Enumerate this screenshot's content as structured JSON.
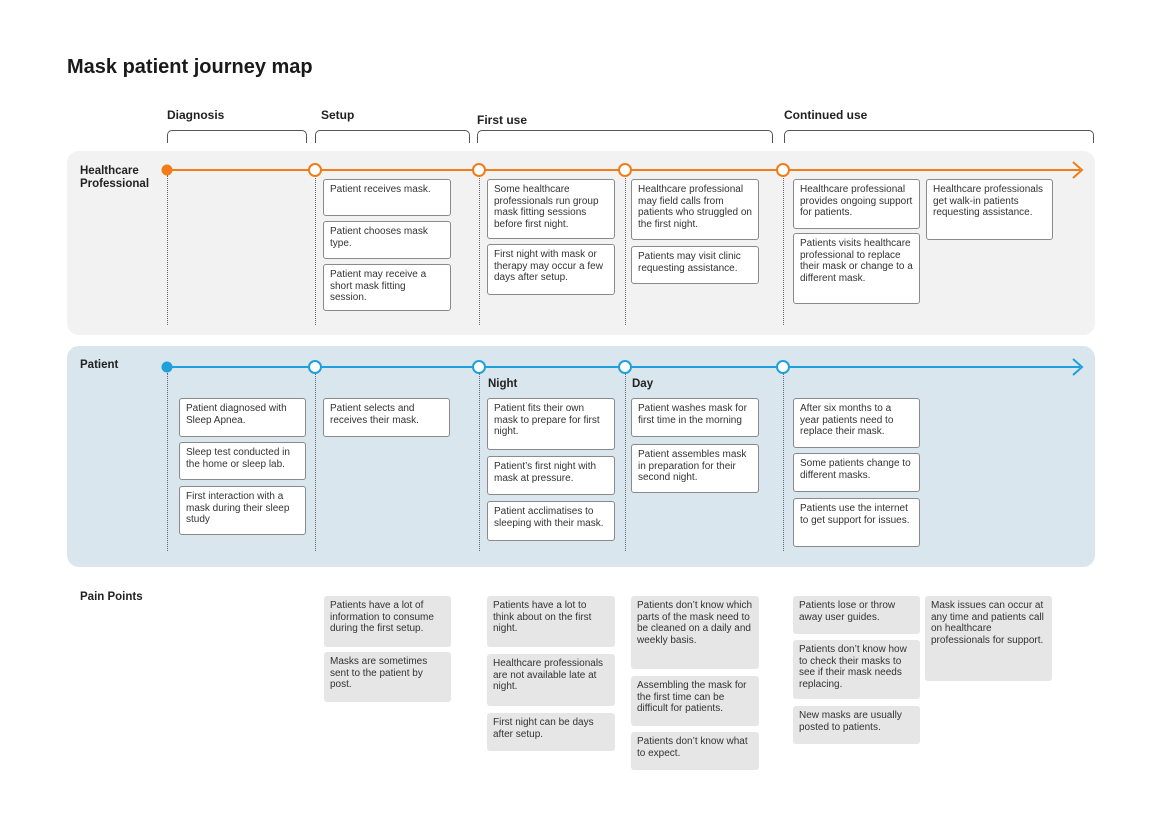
{
  "title": "Mask patient journey map",
  "phases": [
    "Diagnosis",
    "Setup",
    "First use",
    "Continued use"
  ],
  "lanes": {
    "hcp": "Healthcare Professional",
    "patient": "Patient",
    "pain": "Pain Points"
  },
  "colors": {
    "hcp_line": "#f07d1a",
    "patient_line": "#1ea0dc",
    "hcp_bg": "#f2f2f2",
    "patient_bg": "#d9e6ee",
    "pain_card": "#e6e6e6"
  },
  "hcp_cards": {
    "setup": [
      "Patient receives mask.",
      "Patient chooses mask type.",
      "Patient may receive a short mask fitting session."
    ],
    "first_a": [
      "Some healthcare professionals run group mask fitting sessions before first night.",
      "First night with mask or therapy may occur a few days after setup."
    ],
    "first_b": [
      "Healthcare professional may field calls from patients who struggled on the first night.",
      "Patients may visit clinic requesting assistance."
    ],
    "cont_a": [
      "Healthcare professional provides ongoing support for patients.",
      "Patients visits healthcare professional to replace their mask or change to a different mask."
    ],
    "cont_b": [
      "Healthcare professionals get walk-in patients requesting assistance."
    ]
  },
  "patient_sub": {
    "night": "Night",
    "day": "Day"
  },
  "patient_cards": {
    "diagnosis": [
      "Patient diagnosed with Sleep Apnea.",
      "Sleep test conducted in the home or sleep lab.",
      "First interaction with a mask during their sleep study"
    ],
    "setup": [
      "Patient selects and receives their mask."
    ],
    "night": [
      "Patient fits their own mask to prepare for first night.",
      "Patient’s first night with mask at pressure.",
      "Patient acclimatises to sleeping with their mask."
    ],
    "day": [
      "Patient washes mask for first time in the morning",
      "Patient assembles mask in preparation for their second night."
    ],
    "cont": [
      "After six months to a year patients need to replace their mask.",
      "Some patients change to different masks.",
      "Patients use the internet to get support for issues."
    ]
  },
  "pain_cards": {
    "setup": [
      "Patients have a lot of information to consume during the first setup.",
      "Masks are sometimes sent to the patient by post."
    ],
    "first_a": [
      "Patients have a lot to think about on the first night.",
      "Healthcare professionals are not available late at night.",
      "First night can be days after setup."
    ],
    "first_b": [
      "Patients don’t know which parts of the mask need to be cleaned on a daily and weekly basis.",
      "Assembling the mask for the first time can be difficult for patients.",
      "Patients don’t know what to expect."
    ],
    "cont_a": [
      "Patients lose or throw away user guides.",
      "Patients don’t know how to check their masks to see if their mask needs replacing.",
      "New masks are usually posted to patients."
    ],
    "cont_b": [
      "Mask issues can occur at any time and patients call on healthcare professionals for support."
    ]
  }
}
